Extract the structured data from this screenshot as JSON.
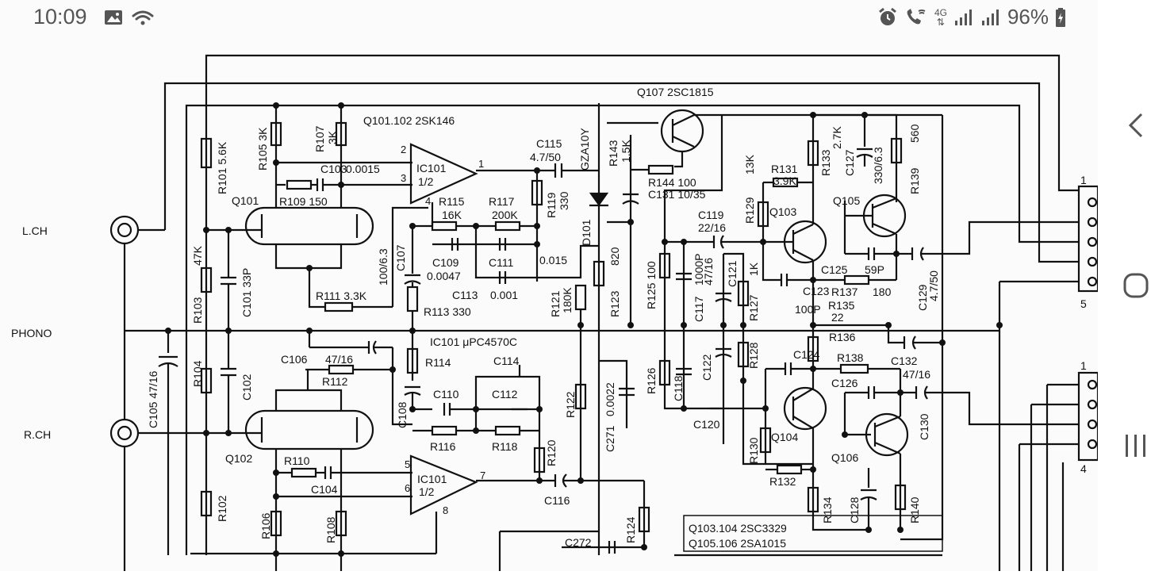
{
  "status_bar": {
    "time": "10:09",
    "battery": "96%",
    "network": "4G",
    "icons_left": [
      "image-icon",
      "wifi-calling-icon"
    ],
    "icons_right": [
      "alarm-icon",
      "wifi-call-icon",
      "signal-icon",
      "signal-icon",
      "battery-charging-icon"
    ]
  },
  "nav_bar": {
    "buttons": [
      "back-icon",
      "home-icon",
      "recents-icon"
    ]
  },
  "schematic": {
    "side_labels": {
      "left": "L.CH",
      "phono": "PHONO",
      "right": "R.CH"
    },
    "labels": {
      "q101_102": "Q101.102  2SK146",
      "q107": "Q107  2SC1815",
      "q103_104": "Q103.104  2SC3329",
      "q105_106": "Q105.106  2SA1015",
      "ic101_top": "IC101",
      "ic101_top_half": "1/2",
      "ic101_bot": "IC101",
      "ic101_bot_half": "1/2",
      "ic101_part": "IC101  μPC4570C",
      "q101": "Q101",
      "q102": "Q102",
      "q103": "Q103",
      "q104": "Q104",
      "q105": "Q105",
      "q106": "Q106",
      "r101": "R101  5.6K",
      "r102": "R102",
      "r103": "R103",
      "r103_val": "47K",
      "r104": "R104",
      "r105": "R105  3K",
      "r107": "R107",
      "r107_val": "3K",
      "r106": "R106",
      "r108": "R108",
      "r109": "R109  150",
      "r110": "R110",
      "r111": "R111  3.3K",
      "r112": "R112",
      "r113": "R113  330",
      "r114": "R114",
      "r115": "R115",
      "r115_val": "16K",
      "r116": "R116",
      "r117": "R117",
      "r117_val": "200K",
      "r118": "R118",
      "r119": "R119",
      "r119_val": "330",
      "r120": "R120",
      "r121": "R121",
      "r121_val": "180K",
      "r122": "R122",
      "r123": "R123",
      "r123_val": "820",
      "r124": "R124",
      "r125": "R125  100",
      "r126": "R126",
      "r127": "R127",
      "r127_val": "1K",
      "r128": "R128",
      "r129": "R129",
      "r129_val": "13K",
      "r130": "R130",
      "r131": "R131",
      "r131_val": "3.9K",
      "r132": "R132",
      "r133": "R133",
      "r133_val": "2.7K",
      "r134": "R134",
      "r135": "R135",
      "r135_val": "22",
      "r136": "R136",
      "r137": "R137",
      "r137_val": "180",
      "r138": "R138",
      "r139": "R139",
      "r139_val": "560",
      "r140": "R140",
      "r143": "R143",
      "r143_val": "1.5K",
      "r144": "R144  100",
      "c101": "C101  33P",
      "c102": "C102",
      "c103": "C103",
      "c103_val": "0.0015",
      "c104": "C104",
      "c105": "C105  47/16",
      "c106": "C106",
      "c106_val": "47/16",
      "c107": "C107",
      "c107_val": "100/6.3",
      "c108": "C108",
      "c109": "C109",
      "c109_val": "0.0047",
      "c110": "C110",
      "c111": "C111",
      "c111_val": "0.015",
      "c112": "C112",
      "c113": "C113",
      "c113_val": "0.001",
      "c114": "C114",
      "c115": "C115",
      "c115_val": "4.7/50",
      "c116": "C116",
      "c117": "C117",
      "c117_val": "1000P",
      "c118": "C118",
      "c119": "C119",
      "c119_val": "22/16",
      "c120": "C120",
      "c121": "C121",
      "c121_val": "47/16",
      "c122": "C122",
      "c123": "C123",
      "c123_val": "100P",
      "c124": "C124",
      "c125": "C125",
      "c125_val": "59P",
      "c126": "C126",
      "c127": "C127",
      "c127_val": "330/6.3",
      "c128": "C128",
      "c129": "C129",
      "c129_val": "4.7/50",
      "c130": "C130",
      "c131": "C131  10/35",
      "c132": "C132",
      "c132_val": "47/16",
      "c271": "C271",
      "c271_val": "0.0022",
      "c272": "C272",
      "d101": "D101",
      "gza": "GZA10Y",
      "pin2": "2",
      "pin3": "3",
      "pin1": "1",
      "pin4": "4",
      "pin5": "5",
      "pin6": "6",
      "pin7": "7",
      "pin8": "8",
      "conn1_top": "1",
      "conn5": "5",
      "conn1_bot": "1",
      "conn4": "4"
    }
  }
}
